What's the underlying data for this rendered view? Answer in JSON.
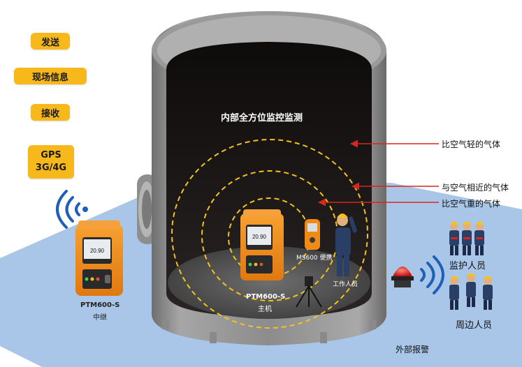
{
  "badges": {
    "send": "发送",
    "site_info": "现场信息",
    "receive": "接收",
    "gps_line1": "GPS",
    "gps_line2": "3G/4G"
  },
  "tank": {
    "title": "内部全方位监控监测"
  },
  "gas_layers": {
    "lighter": "比空气轻的气体",
    "similar": "与空气相近的气体",
    "heavier": "比空气重的气体"
  },
  "devices": {
    "relay_model": "PTM600-S",
    "relay_role": "中继",
    "host_model": "PTM600-S",
    "host_role": "主机",
    "portable": "MS600 便携",
    "screen_value": "20.90"
  },
  "people": {
    "worker": "工作人员",
    "monitor": "监护人员",
    "bystander": "周边人员"
  },
  "alarm": {
    "label": "外部报警"
  },
  "colors": {
    "badge": "#f7b81c",
    "arrow": "#d7261e",
    "dashed_ring": "#f5c21b",
    "ground": "#a9c6e8",
    "tank_interior": "#1a1414",
    "device_orange": "#f08a16"
  },
  "icons": [
    "wifi-signal-icon",
    "warning-light-icon"
  ]
}
